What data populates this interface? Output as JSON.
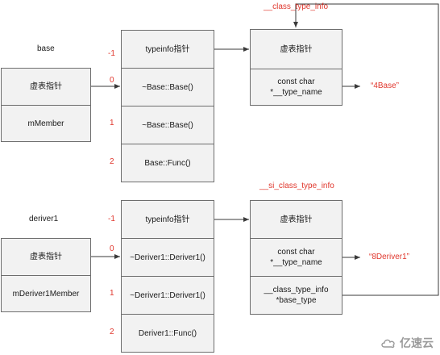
{
  "base": {
    "title": "base",
    "object": [
      "虚表指针",
      "mMember"
    ],
    "indices": [
      "-1",
      "0",
      "1",
      "2"
    ],
    "vtable": [
      "typeinfo指针",
      "~Base::Base()",
      "~Base::Base()",
      "Base::Func()"
    ],
    "typeinfo_label": "__class_type_info",
    "typeinfo": [
      "虚表指针",
      "const char\n*__type_name"
    ],
    "name_string": "“4Base”"
  },
  "derived": {
    "title": "deriver1",
    "object": [
      "虚表指针",
      "mDeriver1Member"
    ],
    "indices": [
      "-1",
      "0",
      "1",
      "2"
    ],
    "vtable": [
      "typeinfo指针",
      "~Deriver1::Deriver1()",
      "~Deriver1::Deriver1()",
      "Deriver1::Func()"
    ],
    "typeinfo_label": "__si_class_type_info",
    "typeinfo": [
      "虚表指针",
      "const char\n*__type_name",
      "__class_type_info\n*base_type"
    ],
    "name_string": "“8Deriver1”"
  },
  "watermark": "亿速云"
}
